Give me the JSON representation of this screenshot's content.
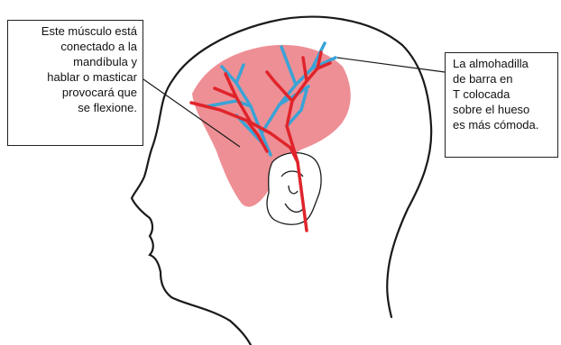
{
  "callouts": {
    "left": {
      "lines": [
        "Este músculo está",
        "conectado a la",
        "mandíbula y",
        "hablar o masticar",
        "provocará que",
        "se flexione."
      ]
    },
    "right": {
      "lines": [
        "La almohadilla",
        "de barra en",
        "T colocada",
        "sobre el hueso",
        "es más cómoda."
      ]
    }
  },
  "colors": {
    "muscle": "#ee8f95",
    "artery": "#e0242b",
    "nerve": "#3aa3d6",
    "outline": "#1a1a1a"
  },
  "icons": [
    "head-outline-icon",
    "ear-icon"
  ]
}
